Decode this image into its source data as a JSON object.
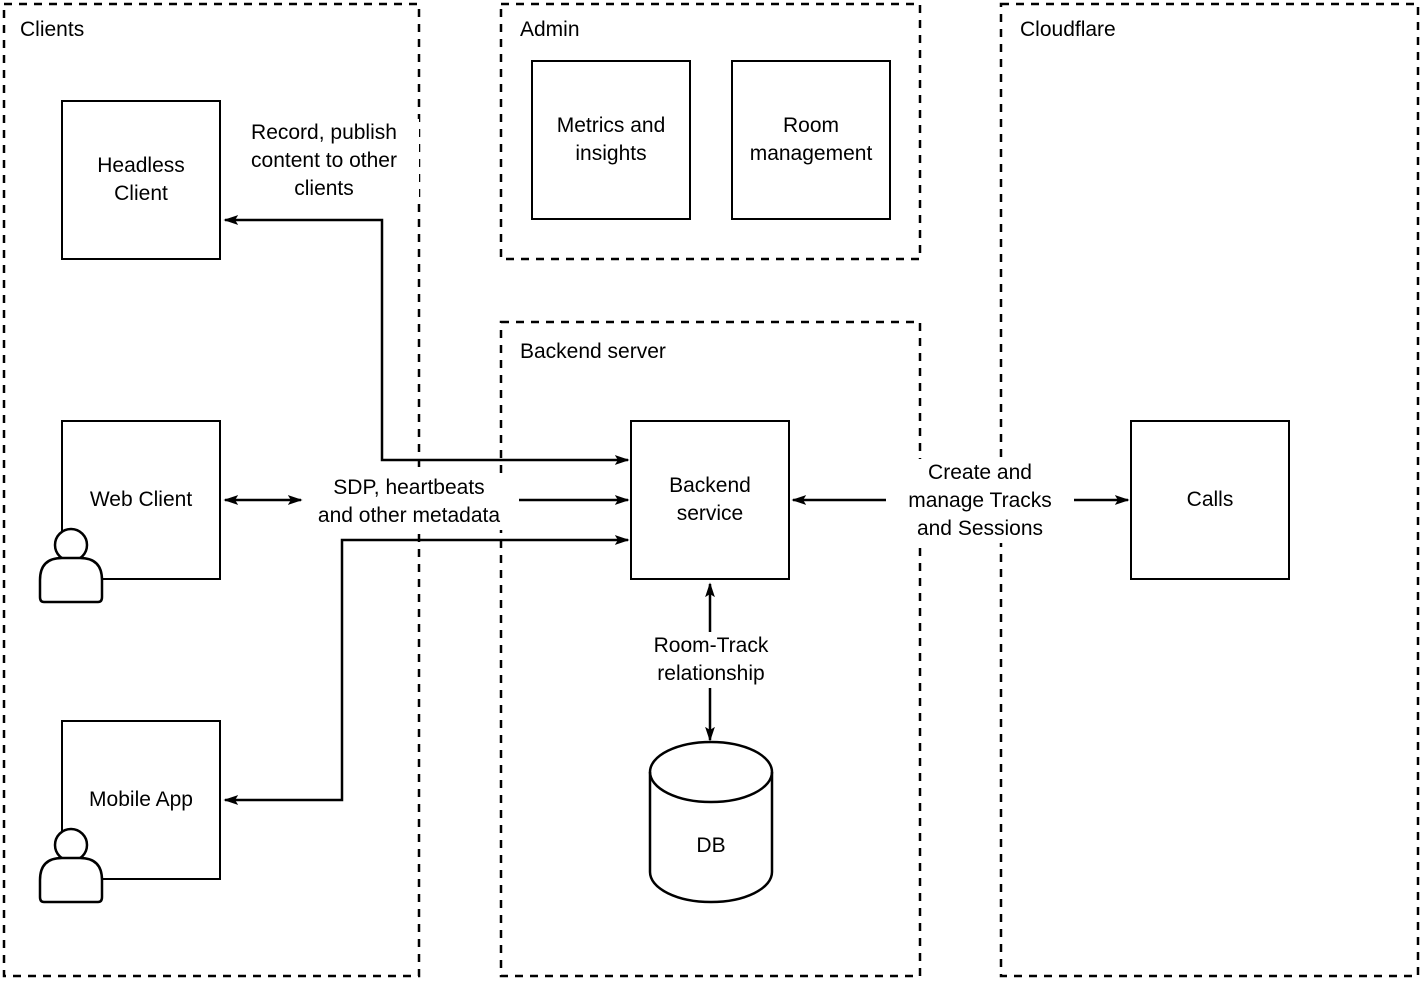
{
  "canvas": {
    "type": "architecture-diagram",
    "background_color": "#ffffff",
    "stroke_color": "#000000",
    "text_color": "#000000"
  },
  "containers": {
    "clients": {
      "label": "Clients"
    },
    "admin": {
      "label": "Admin"
    },
    "backend_server": {
      "label": "Backend server"
    },
    "cloudflare": {
      "label": "Cloudflare"
    }
  },
  "nodes": {
    "headless_client": {
      "label": "Headless\nClient",
      "container": "Clients"
    },
    "web_client": {
      "label": "Web Client",
      "container": "Clients",
      "icon": "user-icon"
    },
    "mobile_app": {
      "label": "Mobile App",
      "container": "Clients",
      "icon": "user-icon"
    },
    "metrics_insights": {
      "label": "Metrics and\ninsights",
      "container": "Admin"
    },
    "room_management": {
      "label": "Room\nmanagement",
      "container": "Admin"
    },
    "backend_service": {
      "label": "Backend\nservice",
      "container": "Backend server"
    },
    "calls": {
      "label": "Calls",
      "container": "Cloudflare"
    },
    "db": {
      "label": "DB",
      "container": "Backend server",
      "shape": "cylinder"
    }
  },
  "edges": {
    "record_publish": {
      "label": "Record, publish\ncontent to other\nclients",
      "between": [
        "Headless Client",
        "Backend service"
      ],
      "arrows": "both"
    },
    "sdp_metadata": {
      "label": "SDP, heartbeats\nand other metadata",
      "between": [
        "Web Client",
        "Backend service"
      ],
      "arrows": "both"
    },
    "mobile_link": {
      "label": "",
      "between": [
        "Mobile App",
        "Backend service"
      ],
      "arrows": "both"
    },
    "create_manage": {
      "label": "Create and\nmanage Tracks\nand Sessions",
      "between": [
        "Backend service",
        "Calls"
      ],
      "arrows": "both"
    },
    "room_track": {
      "label": "Room-Track\nrelationship",
      "between": [
        "Backend service",
        "DB"
      ],
      "arrows": "both"
    }
  }
}
